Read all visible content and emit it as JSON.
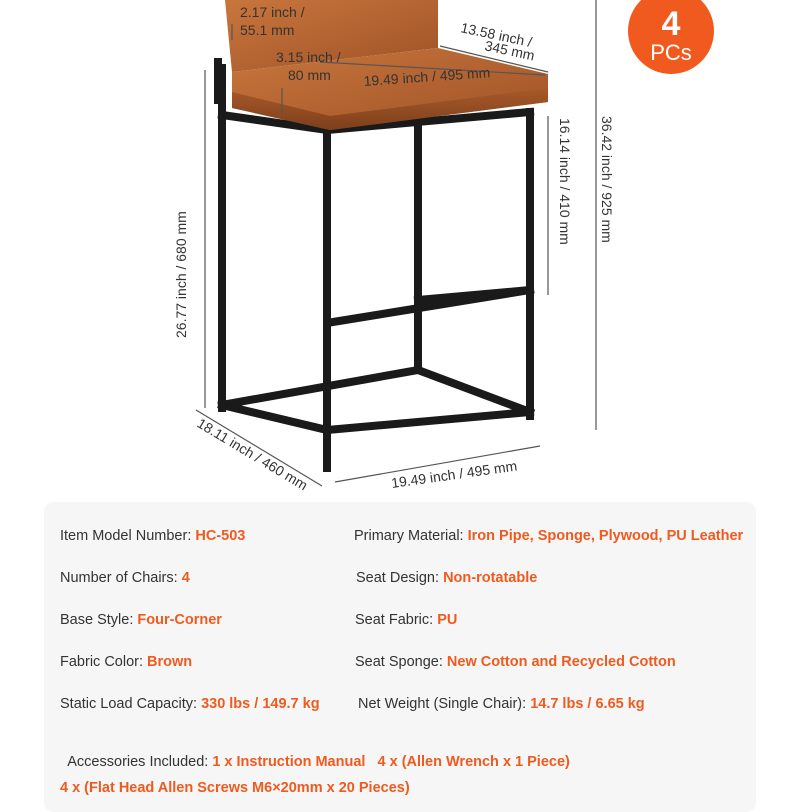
{
  "badge": {
    "count": "4",
    "unit": "PCs"
  },
  "dimensions": {
    "backrest_thickness": [
      "2.17 inch /",
      "55.1 mm"
    ],
    "seat_thickness": [
      "3.15 inch /",
      "80 mm"
    ],
    "seat_width": "19.49 inch / 495 mm",
    "seat_depth": [
      "13.58 inch /",
      "345 mm"
    ],
    "leg_height": "16.14 inch / 410 mm",
    "total_height": "36.42 inch / 925 mm",
    "seat_height": "26.77 inch / 680 mm",
    "base_depth": "18.11 inch / 460 mm",
    "base_width": "19.49 inch / 495 mm"
  },
  "colors": {
    "accent": "#f05a1e",
    "leather": "#b8642f",
    "frame": "#1a1a1a"
  },
  "specs": [
    {
      "label": "Item Model Number: ",
      "value": "HC-503"
    },
    {
      "label": "Primary Material: ",
      "value": "Iron Pipe, Sponge, Plywood, PU Leather"
    },
    {
      "label": "Number of Chairs: ",
      "value": "4"
    },
    {
      "label": "Seat Design: ",
      "value": "Non-rotatable"
    },
    {
      "label": "Base Style: ",
      "value": "Four-Corner"
    },
    {
      "label": "Seat Fabric: ",
      "value": "PU"
    },
    {
      "label": "Fabric Color: ",
      "value": "Brown"
    },
    {
      "label": "Seat Sponge: ",
      "value": "New Cotton and Recycled Cotton"
    },
    {
      "label": "Static Load Capacity: ",
      "value": "330 lbs / 149.7 kg"
    },
    {
      "label": "Net Weight (Single Chair): ",
      "value": "14.7 lbs / 6.65 kg"
    },
    {
      "label": "Accessories Included: ",
      "value": "1 x Instruction Manual   4 x (Allen Wrench x 1 Piece)"
    },
    {
      "label": "",
      "value": "4 x (Flat Head Allen Screws M6×20mm x 20 Pieces)"
    }
  ]
}
